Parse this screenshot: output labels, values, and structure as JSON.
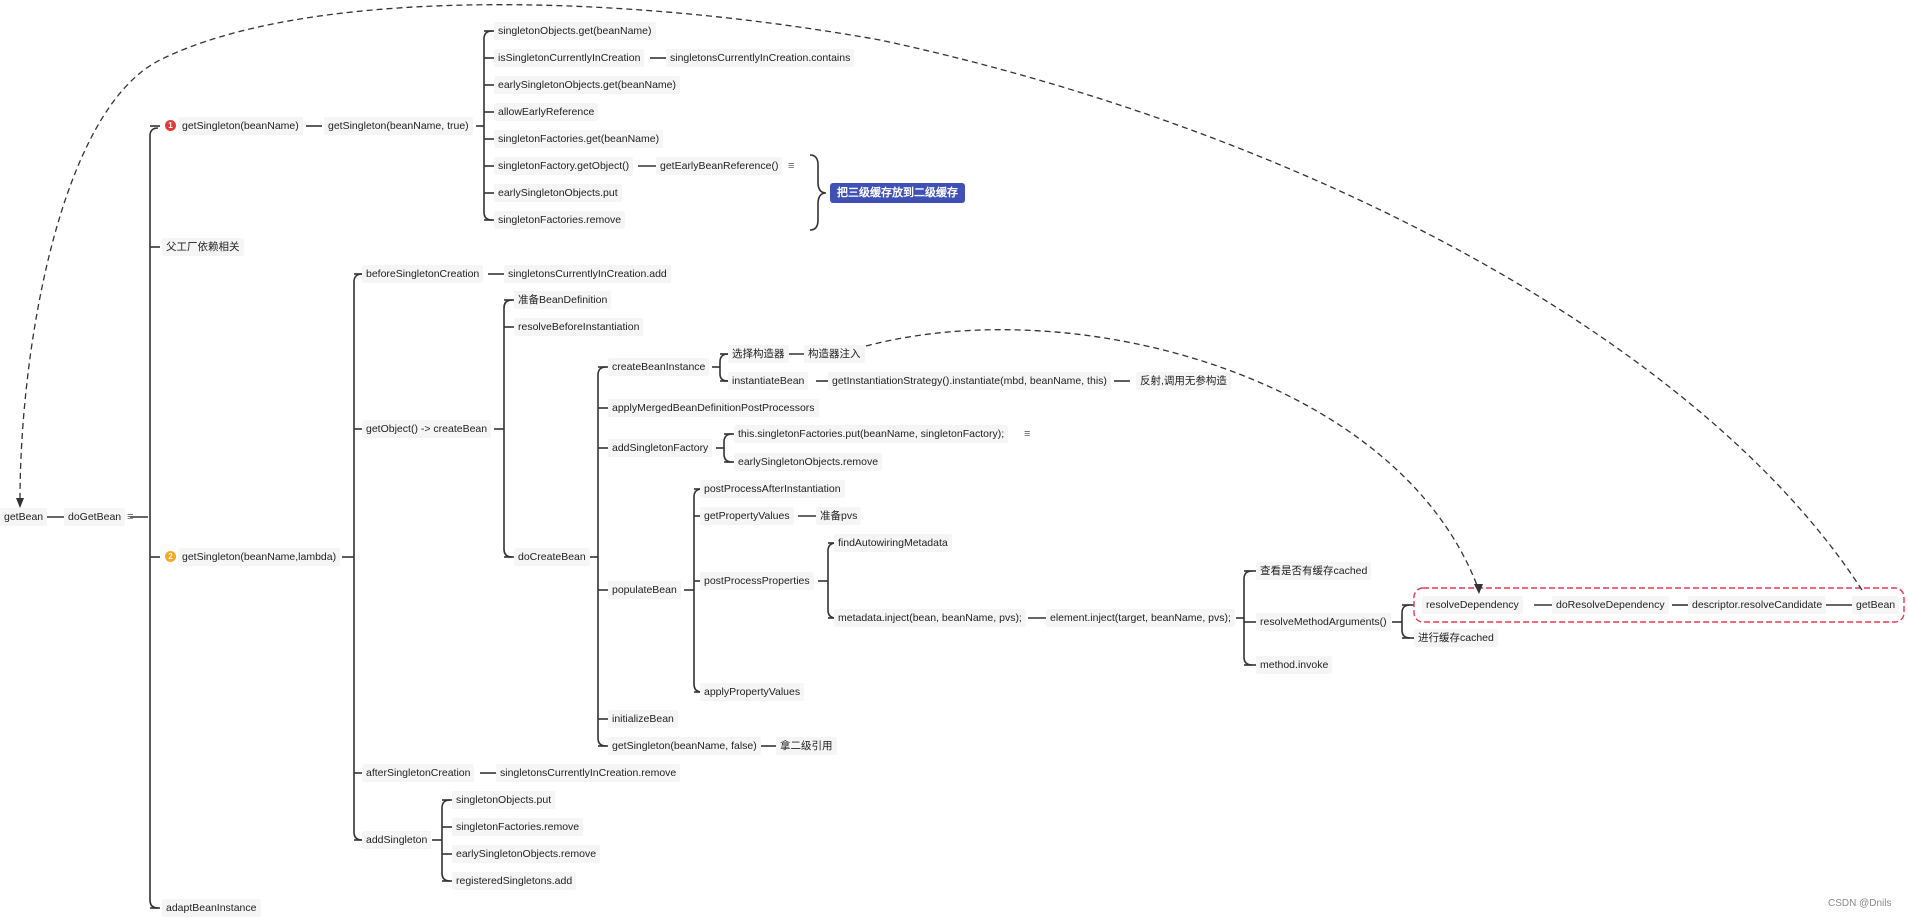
{
  "nodes": {
    "getBean": "getBean",
    "doGetBean": "doGetBean",
    "getSingleton1": "getSingleton(beanName)",
    "getSingleton1_child": "getSingleton(beanName, true)",
    "singletonObjects_get": "singletonObjects.get(beanName)",
    "isSingletonCurrentlyInCreation": "isSingletonCurrentlyInCreation",
    "singletonsCurrentlyInCreation_contains": "singletonsCurrentlyInCreation.contains",
    "earlySingletonObjects_get": "earlySingletonObjects.get(beanName)",
    "allowEarlyReference": "allowEarlyReference",
    "singletonFactories_get": "singletonFactories.get(beanName)",
    "singletonFactory_getObject": "singletonFactory.getObject()",
    "getEarlyBeanReference": "getEarlyBeanReference()",
    "earlySingletonObjects_put": "earlySingletonObjects.put",
    "singletonFactories_remove1": "singletonFactories.remove",
    "parentFactory": "父工厂依赖相关",
    "getSingleton2": "getSingleton(beanName,lambda)",
    "beforeSingletonCreation": "beforeSingletonCreation",
    "singletonsCurrentlyInCreation_add": "singletonsCurrentlyInCreation.add",
    "getObject_createBean": "getObject() -> createBean",
    "prepareBeanDefinition": "准备BeanDefinition",
    "resolveBeforeInstantiation": "resolveBeforeInstantiation",
    "doCreateBean": "doCreateBean",
    "createBeanInstance": "createBeanInstance",
    "chooseConstructor": "选择构造器",
    "constructorInjection": "构造器注入",
    "instantiateBean": "instantiateBean",
    "getInstantiationStrategy": "getInstantiationStrategy().instantiate(mbd, beanName, this)",
    "reflectNoArg": "反射,调用无参构造",
    "applyMergedBeanDefinitionPostProcessors": "applyMergedBeanDefinitionPostProcessors",
    "addSingletonFactory": "addSingletonFactory",
    "singletonFactories_put": "this.singletonFactories.put(beanName, singletonFactory);",
    "earlySingletonObjects_remove1": "earlySingletonObjects.remove",
    "populateBean": "populateBean",
    "postProcessAfterInstantiation": "postProcessAfterInstantiation",
    "getPropertyValues": "getPropertyValues",
    "preparePvs": "准备pvs",
    "postProcessProperties": "postProcessProperties",
    "findAutowiringMetadata": "findAutowiringMetadata",
    "metadata_inject": "metadata.inject(bean, beanName, pvs);",
    "element_inject": "element.inject(target, beanName, pvs);",
    "checkCached": "查看是否有缓存cached",
    "resolveMethodArguments": "resolveMethodArguments()",
    "method_invoke": "method.invoke",
    "resolveDependency": "resolveDependency",
    "doResolveDependency": "doResolveDependency",
    "descriptor_resolveCandidate": "descriptor.resolveCandidate",
    "getBean2": "getBean",
    "doCache": "进行缓存cached",
    "applyPropertyValues": "applyPropertyValues",
    "initializeBean": "initializeBean",
    "getSingleton_false": "getSingleton(beanName, false)",
    "getSecondLevel": "拿二级引用",
    "afterSingletonCreation": "afterSingletonCreation",
    "singletonsCurrentlyInCreation_remove": "singletonsCurrentlyInCreation.remove",
    "addSingleton": "addSingleton",
    "singletonObjects_put": "singletonObjects.put",
    "singletonFactories_remove2": "singletonFactories.remove",
    "earlySingletonObjects_remove2": "earlySingletonObjects.remove",
    "registeredSingletons_add": "registeredSingletons.add",
    "adaptBeanInstance": "adaptBeanInstance"
  },
  "callout": "把三级缓存放到二级缓存",
  "badges": {
    "first": "1",
    "second": "2"
  },
  "watermark": "CSDN @Dnils",
  "colors": {
    "line": "#333333",
    "callout": "#3f51b5",
    "badge_first": "#e53935",
    "badge_second": "#f9a825",
    "highlight_border": "#e53950"
  }
}
